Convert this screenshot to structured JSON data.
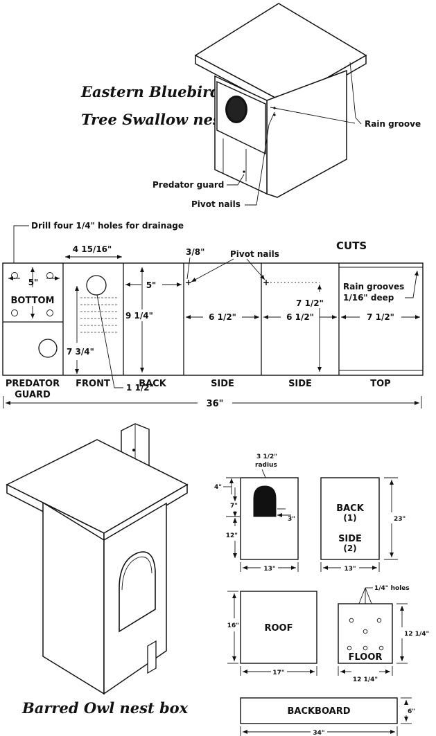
{
  "titles": {
    "bluebird_line1": "Eastern Bluebird,",
    "bluebird_line2": "Tree Swallow nest box",
    "owl": "Barred Owl nest box"
  },
  "bluebird_callouts": {
    "rain_groove": "Rain groove",
    "predator_guard": "Predator guard",
    "pivot_nails": "Pivot nails"
  },
  "cuts": {
    "heading": "CUTS",
    "drill_note": "Drill four 1/4\" holes for drainage",
    "pivot_nails": "Pivot nails",
    "rain_grooves_1": "Rain grooves",
    "rain_grooves_2": "1/16\" deep",
    "bottom_label": "BOTTOM",
    "dims": {
      "bottom_width": "5\"",
      "front_width": "4 15/16\"",
      "back_width": "5\"",
      "pivot_offset": "3/8\"",
      "back_height": "9 1/4\"",
      "front_height": "7 3/4\"",
      "hole": "1 1/2\"",
      "side1_width": "6 1/2\"",
      "side2_width": "6 1/2\"",
      "side2_height": "7 1/2\"",
      "top_width": "7 1/2\"",
      "total": "36\""
    },
    "pieces": [
      "PREDATOR",
      "GUARD",
      "FRONT",
      "BACK",
      "SIDE",
      "SIDE",
      "TOP"
    ]
  },
  "owl_parts": {
    "radius_1": "3 1/2\"",
    "radius_2": "radius",
    "front": {
      "top": "4\"",
      "mid": "7\"",
      "bottom": "12\"",
      "hole_offset": "3\"",
      "width": "13\""
    },
    "back_side": {
      "label1": "BACK",
      "label2": "(1)",
      "label3": "SIDE",
      "label4": "(2)",
      "height": "23\"",
      "width": "13\""
    },
    "roof": {
      "label": "ROOF",
      "height": "16\"",
      "width": "17\""
    },
    "floor": {
      "label": "FLOOR",
      "holes": "1/4\" holes",
      "height": "12 1/4\"",
      "width": "12 1/4\""
    },
    "backboard": {
      "label": "BACKBOARD",
      "height": "6\"",
      "width": "34\""
    }
  }
}
